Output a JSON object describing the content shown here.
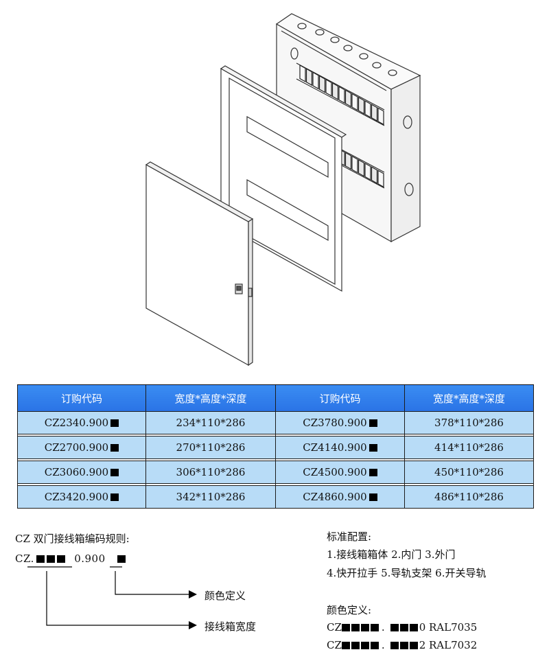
{
  "table": {
    "headers": [
      "订购代码",
      "宽度*高度*深度",
      "订购代码",
      "宽度*高度*深度"
    ],
    "rows": [
      [
        "CZ2340.900",
        "234*110*286",
        "CZ3780.900",
        "378*110*286"
      ],
      [
        "CZ2700.900",
        "270*110*286",
        "CZ4140.900",
        "414*110*286"
      ],
      [
        "CZ3060.900",
        "306*110*286",
        "CZ4500.900",
        "450*110*286"
      ],
      [
        "CZ3420.900",
        "342*110*286",
        "CZ4860.900",
        "486*110*286"
      ]
    ]
  },
  "coding": {
    "title": "CZ 双门接线箱编码规则:",
    "prefix": "CZ.",
    "mid": "0.900",
    "color_label": "颜色定义",
    "width_label": "接线箱宽度"
  },
  "standard": {
    "title": "标准配置:",
    "line1": "1.接线箱箱体 2.内门 3.外门",
    "line2": "4.快开拉手 5.导轨支架 6.开关导轨"
  },
  "colors": {
    "title": "颜色定义:",
    "c1_prefix": "CZ",
    "c1_suffix": "0 RAL7035",
    "c2_prefix": "CZ",
    "c2_suffix": "2 RAL7032"
  }
}
